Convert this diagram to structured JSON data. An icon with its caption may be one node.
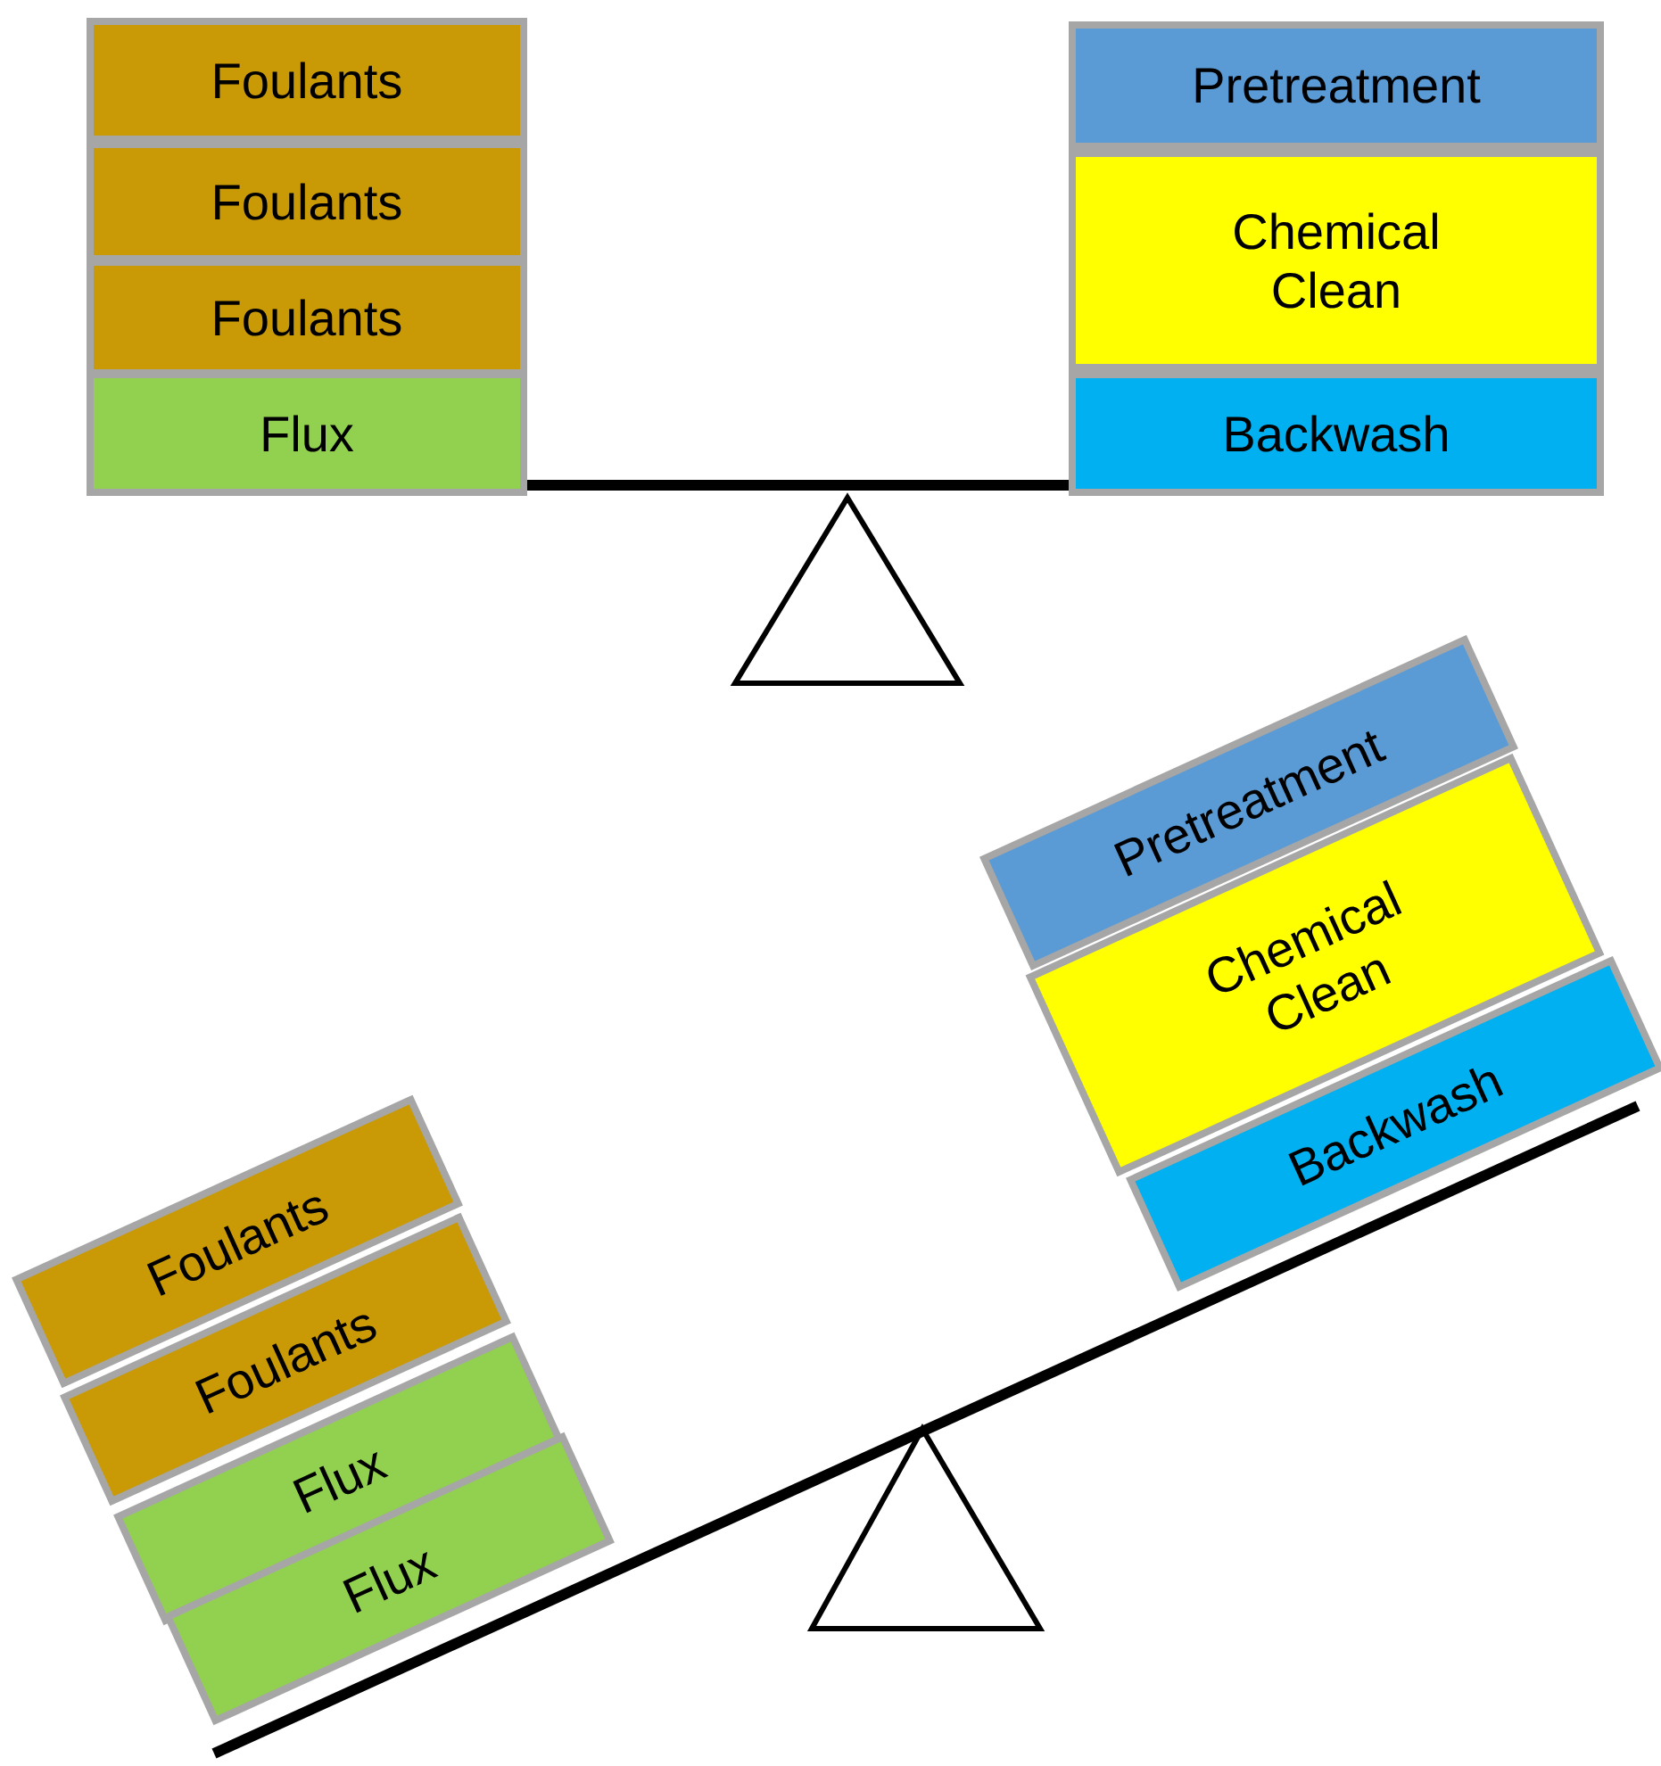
{
  "diagram": {
    "nodes": [
      {
        "text": [
          "Foulants"
        ]
      },
      {
        "text": [
          "Foulants"
        ]
      },
      {
        "text": [
          "Foulants"
        ]
      },
      {
        "text": [
          "Flux"
        ]
      },
      {
        "text": [
          "Pretreatment"
        ]
      },
      {
        "text": [
          "Chemical Clean"
        ]
      },
      {
        "text": [
          "Backwash"
        ]
      },
      {
        "text": [
          "Pretreatment"
        ]
      },
      {
        "text": [
          "Chemical Clean"
        ]
      },
      {
        "text": [
          "Backwash"
        ]
      },
      {
        "text": [
          "Foulants"
        ]
      },
      {
        "text": [
          "Foulants"
        ]
      },
      {
        "text": [
          "Flux"
        ]
      },
      {
        "text": [
          "Flux"
        ]
      }
    ]
  }
}
